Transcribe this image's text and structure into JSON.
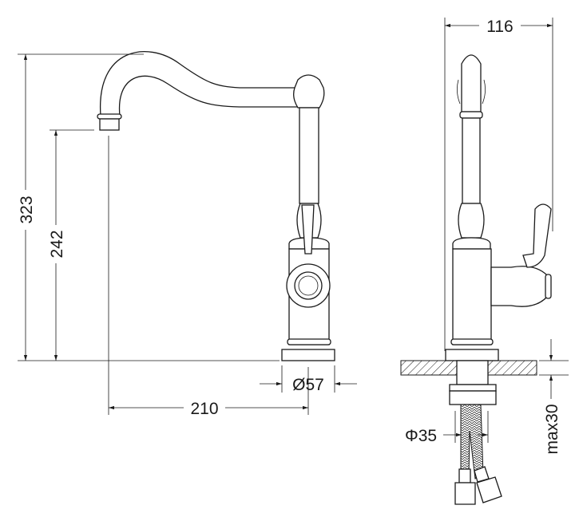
{
  "title": "Kitchen faucet dimensional drawing",
  "dimensions": {
    "total_height": "323",
    "spout_height": "242",
    "spout_reach": "210",
    "base_diameter": "Ø57",
    "side_width": "116",
    "hose_diameter": "Φ35",
    "max_counter_thickness": "max30"
  },
  "colors": {
    "line": "#1a1a1a",
    "background": "#ffffff"
  }
}
